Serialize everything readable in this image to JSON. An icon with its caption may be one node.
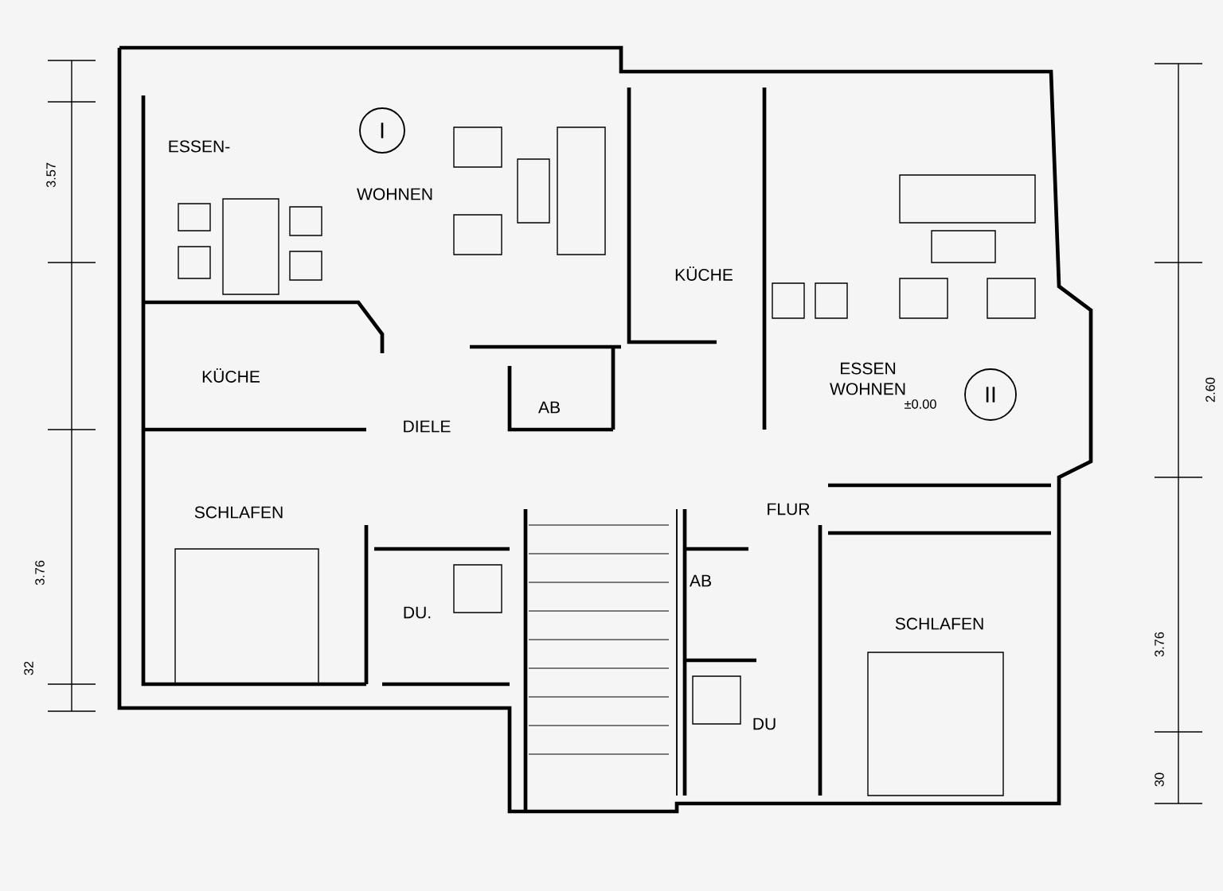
{
  "diagram": {
    "nodes": [
      {
        "text": [
          "I"
        ]
      },
      {
        "text": [
          "II"
        ]
      }
    ],
    "labels": [
      "ESSEN-",
      "WOHNEN",
      "KÜCHE",
      "DIELE",
      "AB",
      "SCHLAFEN",
      "DU.",
      "KÜCHE",
      "ESSEN WOHNEN",
      "±0.00",
      "FLUR",
      "AB",
      "SCHLAFEN",
      "DU",
      "3.57",
      "3.76",
      "32",
      "2.60",
      "3.76",
      "30"
    ]
  }
}
